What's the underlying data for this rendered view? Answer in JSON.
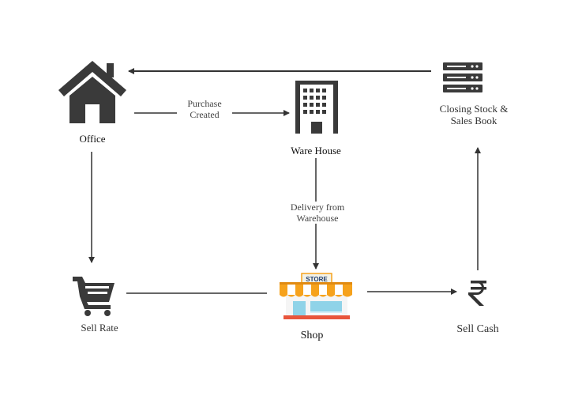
{
  "nodes": {
    "office": {
      "label": "Office"
    },
    "warehouse": {
      "label": "Ware House"
    },
    "closing": {
      "label_line1": "Closing Stock &",
      "label_line2": "Sales Book"
    },
    "sell_rate": {
      "label": "Sell Rate"
    },
    "shop": {
      "label": "Shop",
      "sign_text": "STORE"
    },
    "sell_cash": {
      "label": "Sell Cash"
    }
  },
  "edges": {
    "office_to_warehouse": {
      "line1": "Purchase",
      "line2": "Created"
    },
    "warehouse_to_shop": {
      "line1": "Delivery from",
      "line2": "Warehouse"
    }
  },
  "icons": {
    "office": "home-icon",
    "warehouse": "building-icon",
    "closing": "server-icon",
    "sell_rate": "shopping-cart-icon",
    "shop": "storefront-icon",
    "sell_cash": "rupee-icon"
  },
  "colors": {
    "icon": "#3a3a3a",
    "line": "#333333",
    "awning_orange": "#f6a21c",
    "awning_white": "#ffffff",
    "shop_red": "#e8553b",
    "shop_window": "#8fd3e8"
  }
}
